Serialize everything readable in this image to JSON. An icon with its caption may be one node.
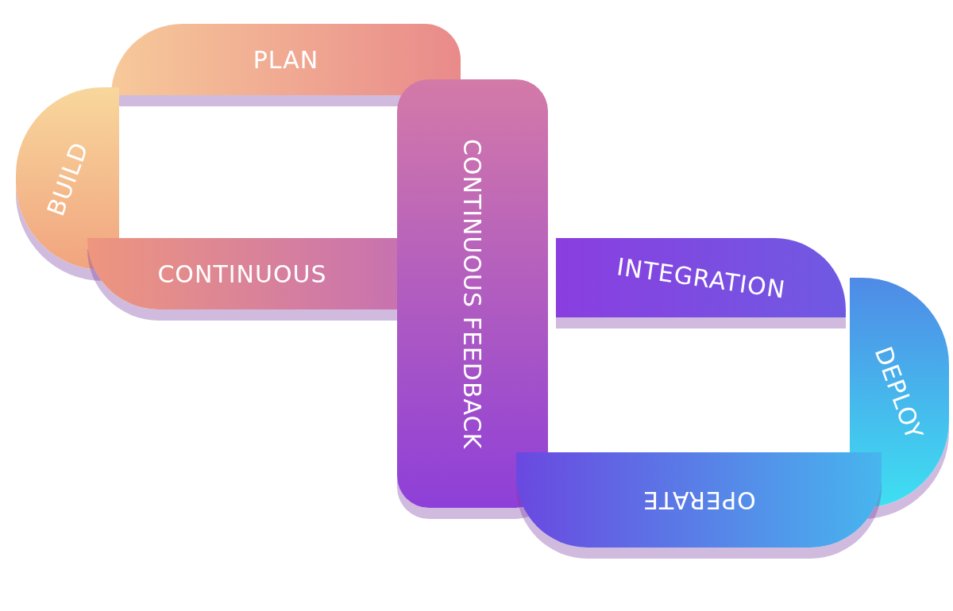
{
  "diagram": {
    "nodes": [
      {
        "text": [
          "PLAN"
        ]
      },
      {
        "text": [
          "BUILD"
        ]
      },
      {
        "text": [
          "CONTINUOUS"
        ]
      },
      {
        "text": [
          "CONTINUOUS FEEDBACK"
        ]
      },
      {
        "text": [
          "INTEGRATION"
        ]
      },
      {
        "text": [
          "DEPLOY"
        ]
      },
      {
        "text": [
          "OPERATE"
        ]
      }
    ]
  }
}
